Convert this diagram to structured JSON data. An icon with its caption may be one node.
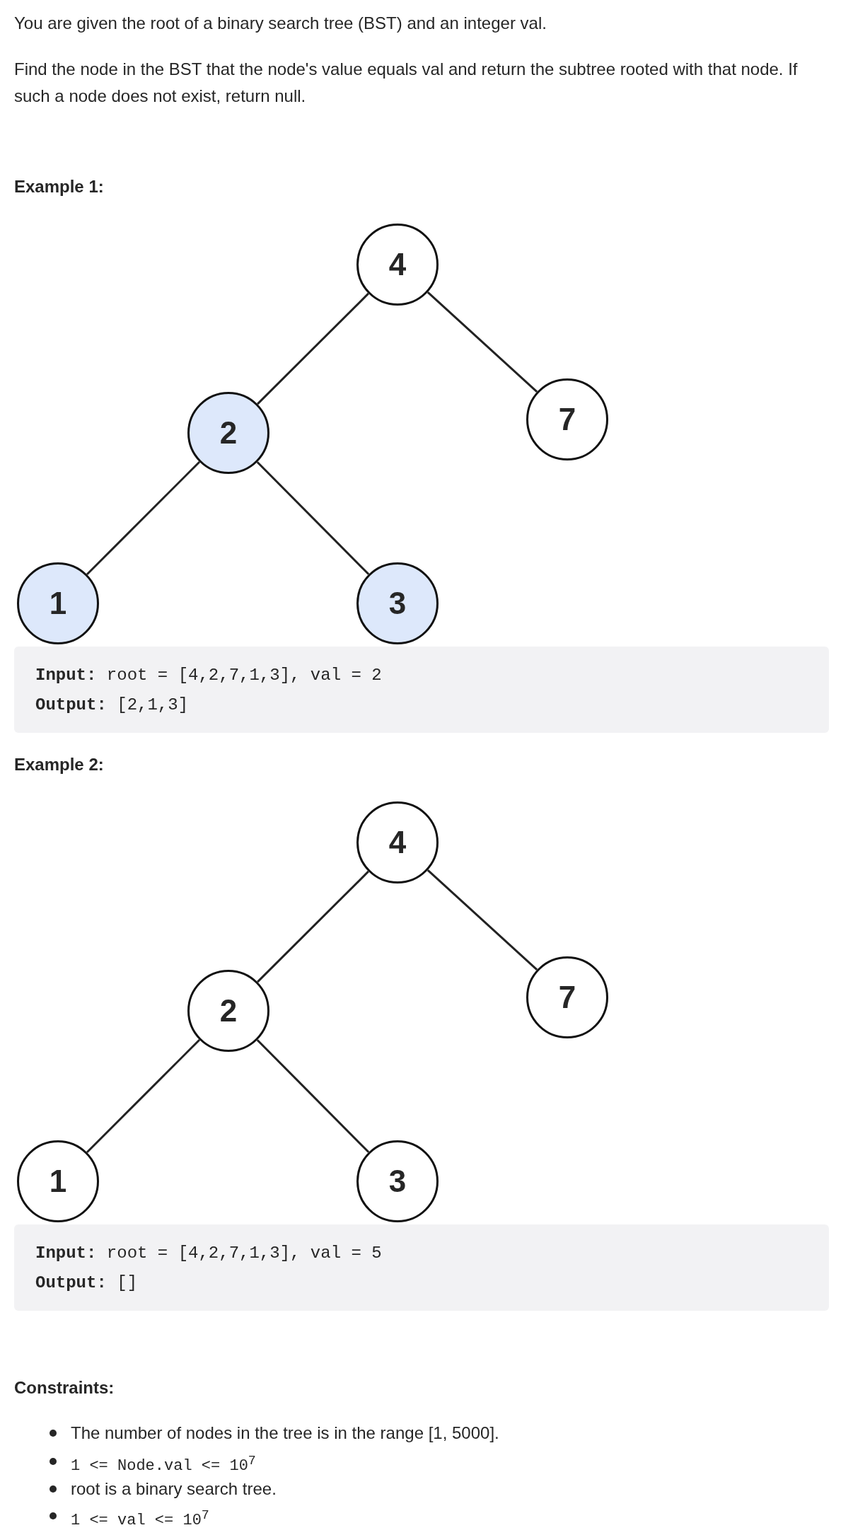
{
  "diagram": {
    "nodes": [
      {
        "text": [
          "4"
        ]
      },
      {
        "text": [
          "2"
        ]
      },
      {
        "text": [
          "7"
        ]
      },
      {
        "text": [
          "1"
        ]
      },
      {
        "text": [
          "3"
        ]
      },
      {
        "text": [
          "4"
        ]
      },
      {
        "text": [
          "2"
        ]
      },
      {
        "text": [
          "7"
        ]
      },
      {
        "text": [
          "1"
        ]
      },
      {
        "text": [
          "3"
        ]
      }
    ],
    "edges": [
      {
        "from": 0,
        "to": 1,
        "arrow": "none"
      },
      {
        "from": 0,
        "to": 2,
        "arrow": "none"
      },
      {
        "from": 1,
        "to": 3,
        "arrow": "none"
      },
      {
        "from": 1,
        "to": 4,
        "arrow": "none"
      },
      {
        "from": 5,
        "to": 6,
        "arrow": "none"
      },
      {
        "from": 5,
        "to": 7,
        "arrow": "none"
      },
      {
        "from": 6,
        "to": 8,
        "arrow": "none"
      },
      {
        "from": 6,
        "to": 9,
        "arrow": "none"
      }
    ],
    "labels": [
      "You are given the root of a binary search tree (BST) and an integer val.",
      "Find the node in the BST that the node's value equals val and return the subtree rooted with that node. If such a node does not exist, return null.",
      "Example 1:",
      "**Input:** root = [4,2,7,1,3], val = 2",
      "**Output:** [2,1,3]",
      "Example 2:",
      "**Input:** root = [4,2,7,1,3], val = 5",
      "**Output:** []",
      "Constraints:",
      "The number of nodes in the tree is in the range [1, 5000].",
      "1 <= Node.val <= 10$^{7}$",
      "root is a binary search tree.",
      "1 <= val <= 10$^{7}$"
    ]
  }
}
